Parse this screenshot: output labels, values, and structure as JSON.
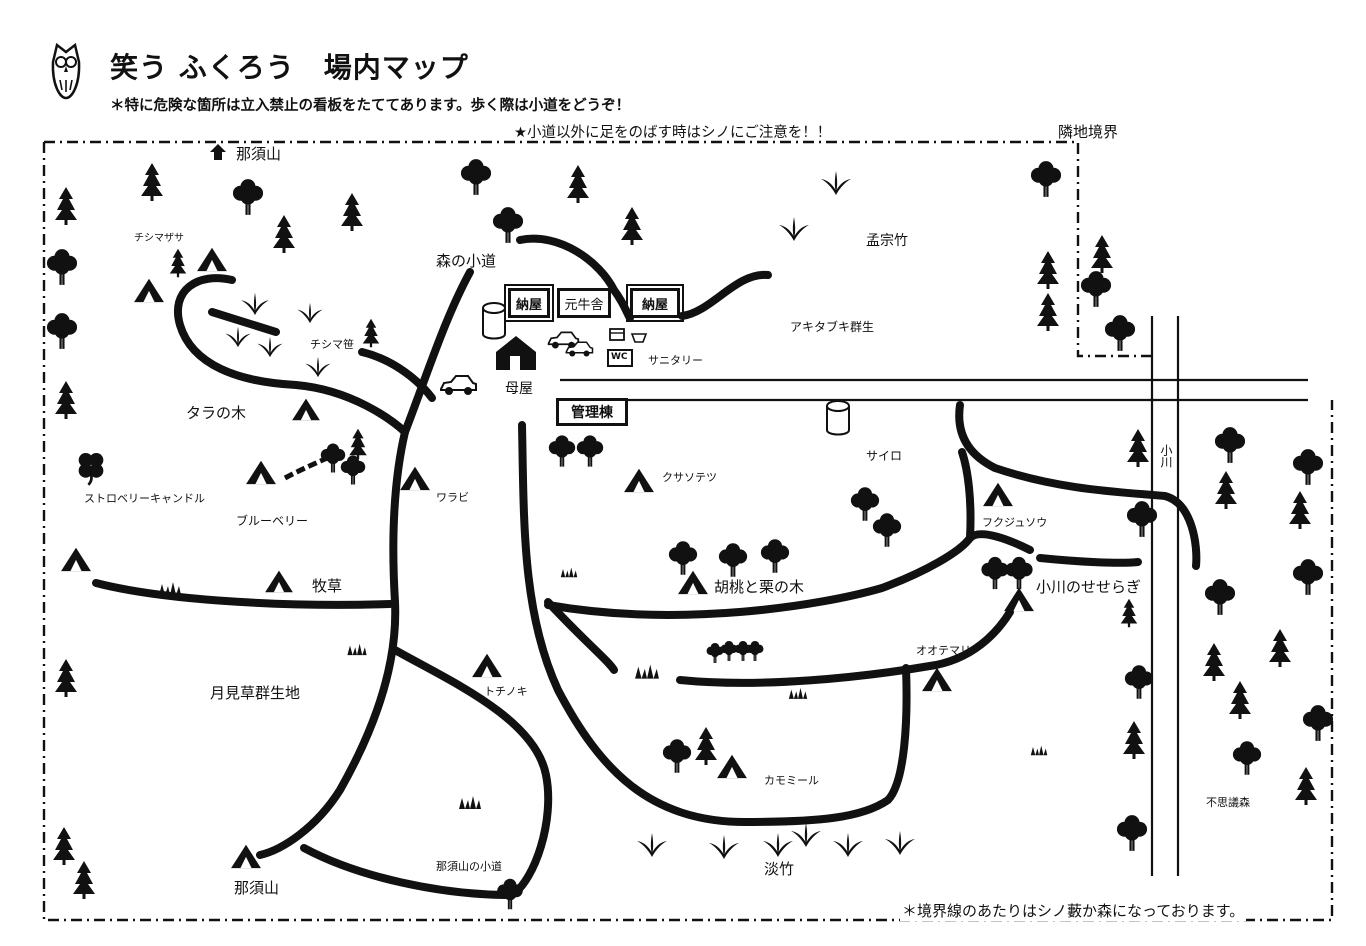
{
  "header": {
    "title": "笑う ふくろう　場内マップ",
    "note1": "＊特に危険な箇所は立入禁止の看板をたててあります。歩く際は小道をどうぞ！",
    "note2": "★小道以外に足をのばす時はシノにご注意を！！",
    "boundary_label": "隣地境界",
    "footer_note": "＊境界線のあたりはシノ藪か森になっております。"
  },
  "buildings": {
    "barn1": "納屋",
    "cowshed": "元牛舎",
    "barn2": "納屋",
    "office": "管理棟",
    "main_house": "母屋",
    "wc": "WC",
    "sanitary": "サニタリー",
    "silo": "サイロ"
  },
  "places": {
    "nasu_north": "那須山",
    "chishima_zasa1": "チシマザサ",
    "chishima_zasa2": "チシマ笹",
    "mori_no_komichi": "森の小道",
    "moso_chiku": "孟宗竹",
    "akitabuki": "アキタブキ群生",
    "tara": "タラの木",
    "strawberry": "ストロベリーキャンドル",
    "blueberry": "ブルーベリー",
    "warabi": "ワラビ",
    "kusasotetsu": "クサソテツ",
    "kurumi": "胡桃と栗の木",
    "fukujuso": "フクジュソウ",
    "ogawa_seseragi": "小川のせせらぎ",
    "ogawa": "小川",
    "bokuso": "牧草",
    "tsukimiso": "月見草群生地",
    "tochinoki": "トチノキ",
    "ootemari": "オオテマリ",
    "kamomile": "カモミール",
    "fushigi_mori": "不思議森",
    "nasu_south": "那須山",
    "nasu_komichi": "那須山の小道",
    "awadake": "淡竹"
  },
  "icons": [
    "owl-logo-icon",
    "tent-icon",
    "pine-tree-icon",
    "round-tree-icon",
    "bamboo-icon",
    "grass-icon",
    "clover-icon",
    "car-icon",
    "silo-icon",
    "house-icon",
    "arrow-up-icon"
  ]
}
